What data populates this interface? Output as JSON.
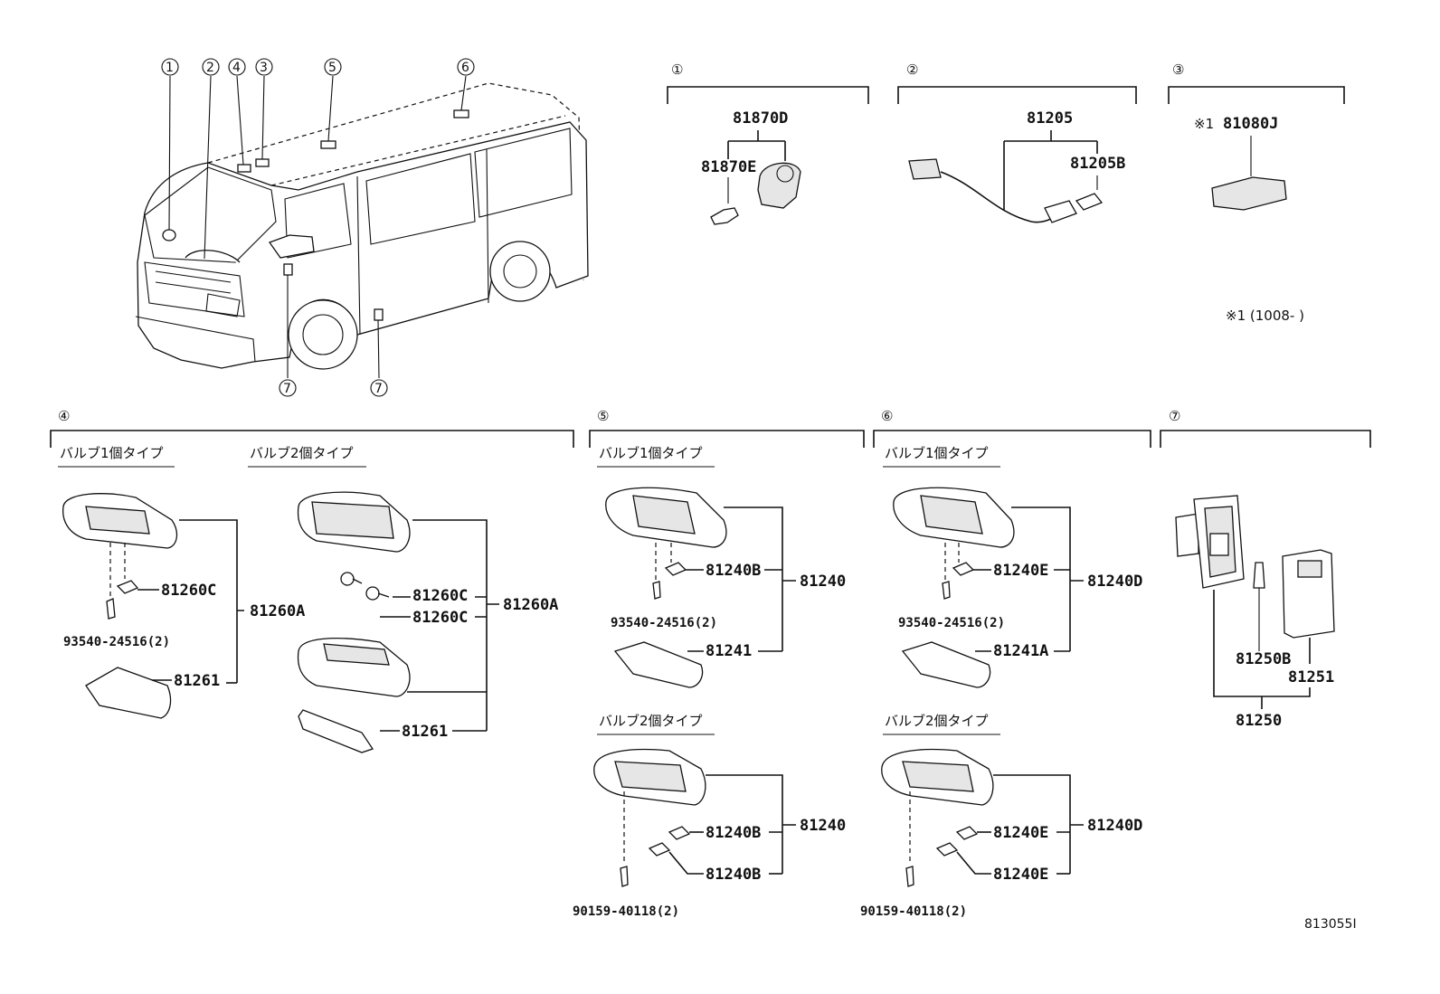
{
  "circled_numbers": [
    "①",
    "②",
    "③",
    "④",
    "⑤",
    "⑥",
    "⑦"
  ],
  "sections": {
    "s1": {
      "id": "①",
      "parts": [
        "81870D",
        "81870E"
      ]
    },
    "s2": {
      "id": "②",
      "parts": [
        "81205",
        "81205B"
      ]
    },
    "s3": {
      "id": "③",
      "mark": "※1",
      "parts": [
        "81080J"
      ],
      "footnote": "※1 (1008-        )"
    },
    "s4": {
      "id": "④",
      "sub_a_label": "バルブ1個タイプ",
      "sub_b_label": "バルブ2個タイプ",
      "parts_a": [
        "81260C",
        "81260A",
        "93540-24516(2)",
        "81261"
      ],
      "parts_b": [
        "81260C",
        "81260C",
        "81260A",
        "81261"
      ]
    },
    "s5": {
      "id": "⑤",
      "sub_a_label": "バルブ1個タイプ",
      "sub_b_label": "バルブ2個タイプ",
      "parts_a": [
        "81240B",
        "81240",
        "93540-24516(2)",
        "81241"
      ],
      "parts_b": [
        "81240B",
        "81240",
        "81240B",
        "90159-40118(2)"
      ]
    },
    "s6": {
      "id": "⑥",
      "sub_a_label": "バルブ1個タイプ",
      "sub_b_label": "バルブ2個タイプ",
      "parts_a": [
        "81240E",
        "81240D",
        "93540-24516(2)",
        "81241A"
      ],
      "parts_b": [
        "81240E",
        "81240D",
        "81240E",
        "90159-40118(2)"
      ]
    },
    "s7": {
      "id": "⑦",
      "parts": [
        "81250B",
        "81251",
        "81250"
      ]
    }
  },
  "diagram_code": "813055I"
}
